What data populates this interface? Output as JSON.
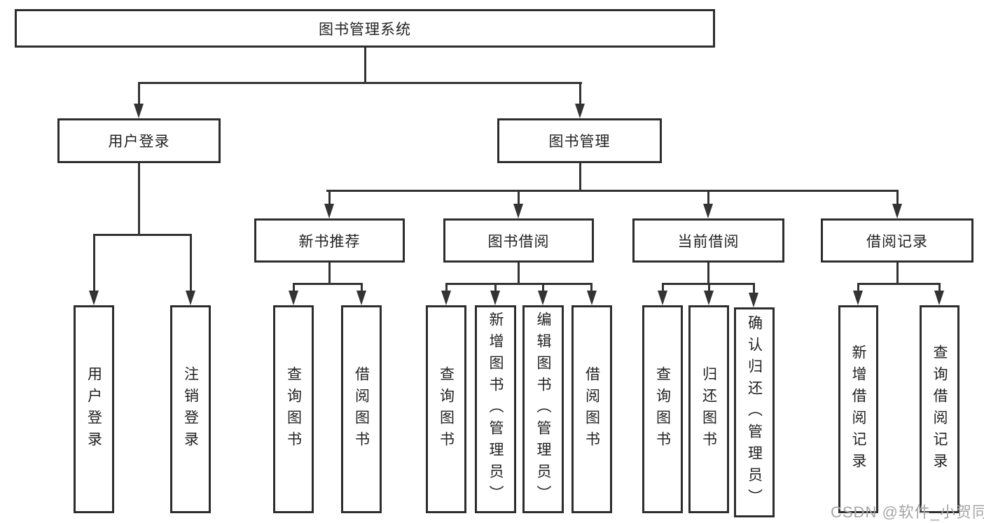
{
  "tree": {
    "root": {
      "label": "图书管理系统"
    },
    "branches": [
      {
        "label": "用户登录",
        "children": [
          {
            "label": "用户登录"
          },
          {
            "label": "注销登录"
          }
        ]
      },
      {
        "label": "图书管理",
        "children": [
          {
            "label": "新书推荐",
            "children": [
              {
                "label": "查询图书"
              },
              {
                "label": "借阅图书"
              }
            ]
          },
          {
            "label": "图书借阅",
            "children": [
              {
                "label": "查询图书"
              },
              {
                "label": "新增图书（管理员）"
              },
              {
                "label": "编辑图书（管理员）"
              },
              {
                "label": "借阅图书"
              }
            ]
          },
          {
            "label": "当前借阅",
            "children": [
              {
                "label": "查询图书"
              },
              {
                "label": "归还图书"
              },
              {
                "label": "确认归还（管理员）"
              }
            ]
          },
          {
            "label": "借阅记录",
            "children": [
              {
                "label": "新增借阅记录"
              },
              {
                "label": "查询借阅记录"
              }
            ]
          }
        ]
      }
    ]
  },
  "watermark": "CSDN @软件_小贺同学",
  "colors": {
    "line": "#333333",
    "box_border": "#2d2d2d",
    "text": "#222222",
    "watermark": "#a6a6a6",
    "background": "#ffffff"
  }
}
